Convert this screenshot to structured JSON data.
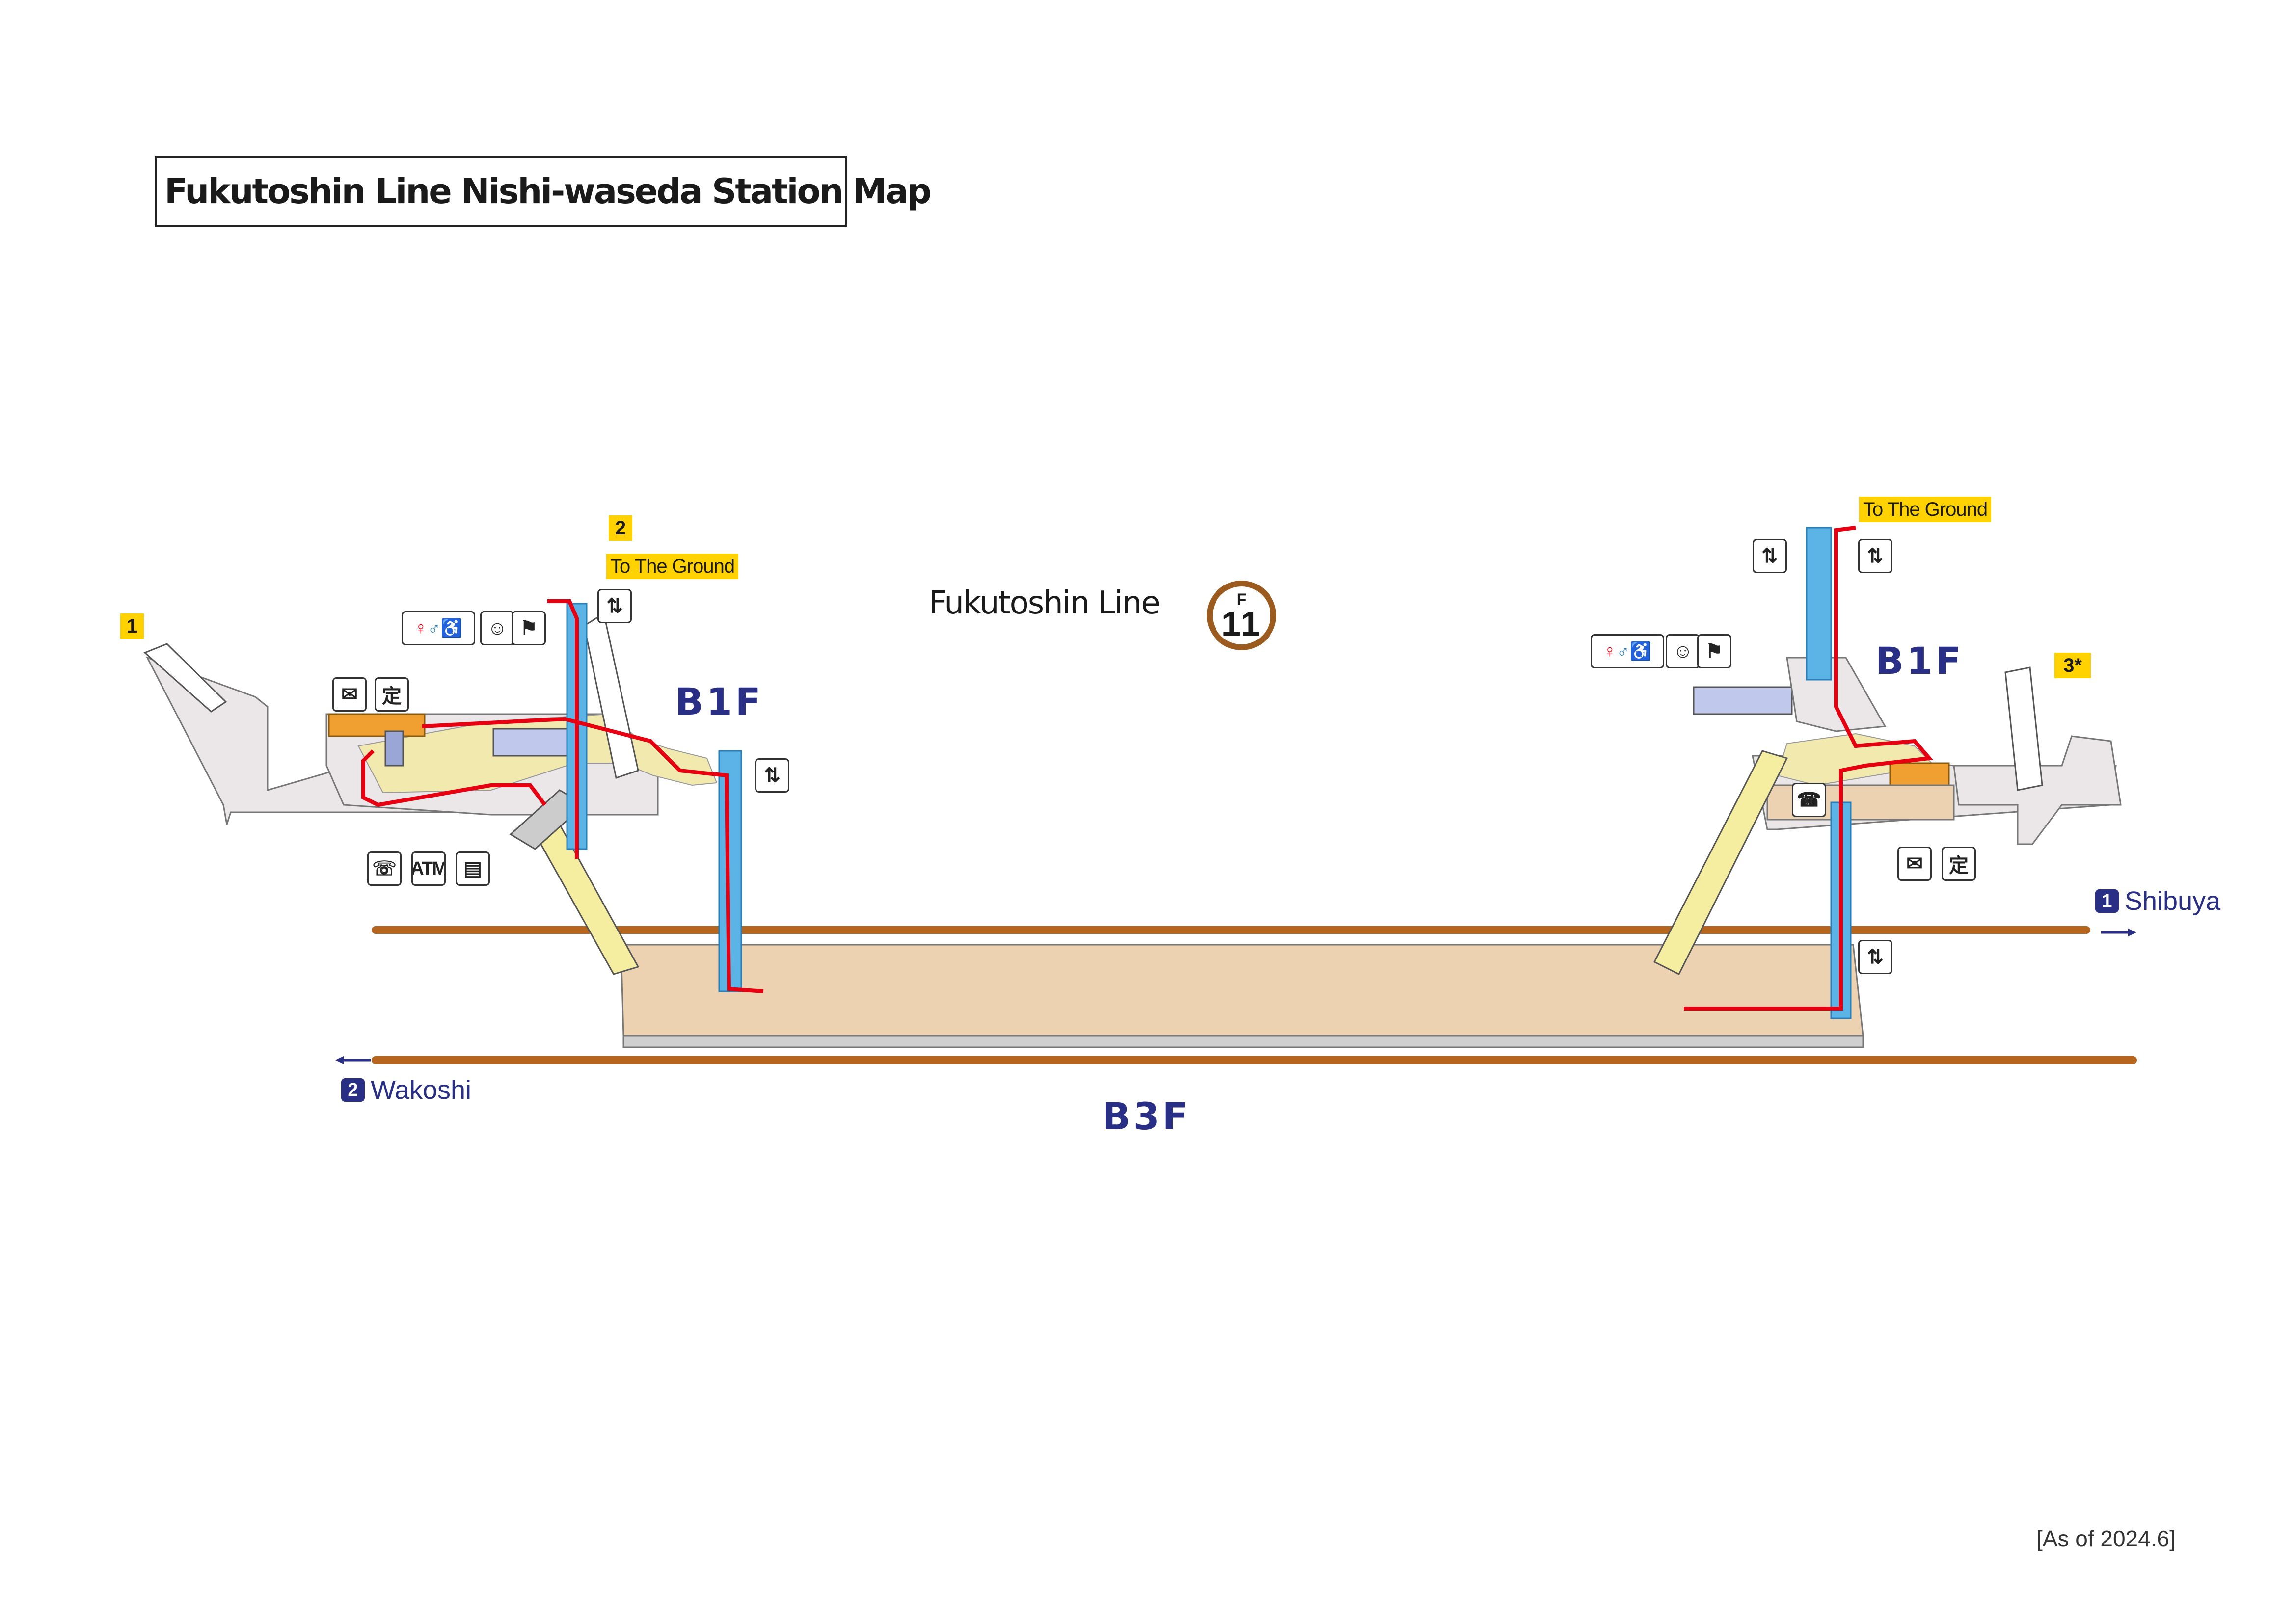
{
  "title": "Fukutoshin Line Nishi-waseda Station Map",
  "line": {
    "name": "Fukutoshin Line",
    "code": "F",
    "number": "11",
    "color": "#9b5a1e"
  },
  "floors": {
    "b1f_left": "B1F",
    "b1f_right": "B1F",
    "b3f": "B3F"
  },
  "exits": {
    "exit1": "1",
    "exit2": "2",
    "exit3": "3*",
    "to_ground_left": "To The Ground",
    "to_ground_right": "To The Ground"
  },
  "directions": {
    "shibuya": {
      "num": "1",
      "label": "Shibuya"
    },
    "wakoshi": {
      "num": "2",
      "label": "Wakoshi"
    }
  },
  "facilities": {
    "atm": "ATM",
    "teiki": "定",
    "phone": "☏",
    "elevator": "⇅"
  },
  "as_of": "[As of 2024.6]",
  "colors": {
    "route": "#e60012",
    "elevator": "#5bb4e5",
    "platform": "#ecd2b0",
    "concourse": "#f2e9ae",
    "track": "#b5651d",
    "floor_label": "#2a2f86",
    "exit_badge": "#ffd200"
  }
}
